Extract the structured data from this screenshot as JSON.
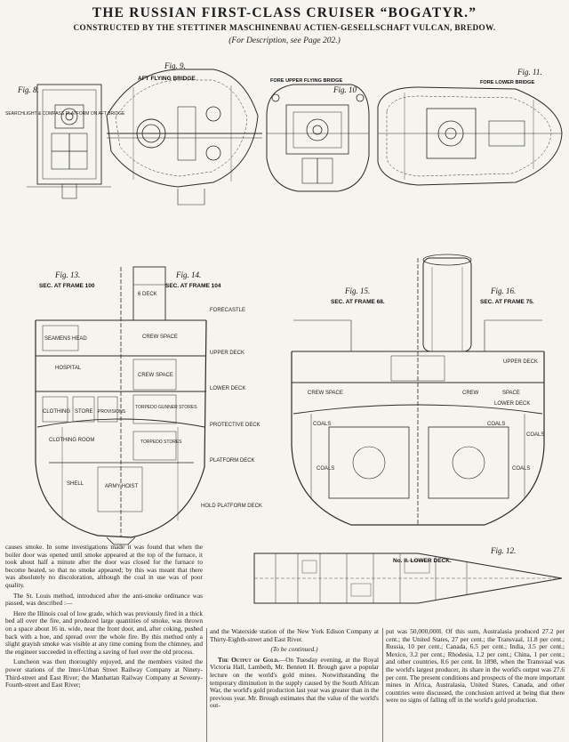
{
  "header": {
    "title": "THE RUSSIAN FIRST-CLASS CRUISER “BOGATYR.”",
    "subtitle": "CONSTRUCTED BY THE STETTINER MASCHINENBAU ACTIEN-GESELLSCHAFT VULCAN, BREDOW.",
    "description": "(For Description, see Page 202.)"
  },
  "figures": {
    "fig8": {
      "label": "Fig. 8.",
      "caption": "SEARCHLIGHT & COMPASS PLATFORM ON AFT BRIDGE"
    },
    "fig9": {
      "label": "Fig. 9.",
      "caption": "AFT FLYING BRIDGE"
    },
    "fig10": {
      "label": "Fig. 10",
      "caption": "FORE UPPER FLYING BRIDGE"
    },
    "fig11": {
      "label": "Fig. 11.",
      "caption": "FORE LOWER BRIDGE"
    },
    "fig13": {
      "label": "Fig. 13.",
      "caption": "SEC. AT FRAME 100"
    },
    "fig14": {
      "label": "Fig. 14.",
      "caption": "SEC. AT FRAME 104"
    },
    "fig15": {
      "label": "Fig. 15.",
      "caption": "SEC. AT FRAME 68."
    },
    "fig16": {
      "label": "Fig. 16.",
      "caption": "SEC. AT FRAME 75."
    },
    "fig12": {
      "label": "Fig. 12.",
      "caption": "No. II. LOWER DECK."
    }
  },
  "drawing_labels": {
    "sec100": [
      "SEAMENS HEAD",
      "HOSPITAL",
      "CLOTHING",
      "STORE",
      "PROVISIONS",
      "CLOTHING ROOM",
      "SHELL"
    ],
    "sec104": [
      "6 DECK",
      "FORECASTLE",
      "CREW SPACE",
      "UPPER DECK",
      "CREW SPACE",
      "LOWER DECK",
      "TORPEDO GUNNER STORES",
      "PROTECTIVE DECK",
      "PLATFORM DECK",
      "ARMY HOIST",
      "HOLD PLATFORM DECK",
      "TORPEDO STORES"
    ],
    "sec68_75": [
      "CREW SPACE",
      "CREW",
      "SPACE",
      "UPPER DECK",
      "LOWER DECK",
      "COALS",
      "COALS",
      "COALS",
      "COALS",
      "COALS"
    ]
  },
  "article": {
    "col1": [
      "causes smoke. In some investigations made it was found that when the boiler door was opened until smoke appeared at the top of the furnace, it took about half a minute after the door was closed for the furnace to become heated, so that no smoke appeared; by this was meant that there was absolutely no discoloration, although the coal in use was of poor quality.",
      "The St. Louis method, introduced after the anti-smoke ordinance was passed, was described :—",
      "Here the Illinois coal of low grade, which was previously fired in a thick bed all over the fire, and produced large quantities of smoke, was thrown on a space about 16 in. wide, near the front door, and, after coking, pushed back with a hoe, and spread over the whole fire. By this method only a slight grayish smoke was visible at any time coming from the chimney, and the engineer succeeded in effecting a saving of fuel over the old process.",
      "Luncheon was then thoroughly enjoyed, and the members visited the power stations of the Inter-Urban Street Railway Company at Ninety-Third-street and East River; the Manhattan Railway Company at Seventy-Fourth-street and East River;"
    ],
    "col2": {
      "para1": "and the Waterside station of the New York Edison Company at Thirty-Eighth-street and East River.",
      "continued": "(To be continued.)",
      "gold_heading": "The Output of Gold.",
      "gold_text": "—On Tuesday evening, at the Royal Victoria Hall, Lambeth, Mr. Bennett H. Brough gave a popular lecture on the world's gold mines. Notwithstanding the temporary diminution in the supply caused by the South African War, the world's gold production last year was greater than in the previous year. Mr. Brough estimates that the value of the world's out-"
    },
    "col3": "put was 50,000,000l. Of this sum, Australasia produced 27.2 per cent.; the United States, 27 per cent.; the Transvaal, 11.8 per cent.; Russia, 10 per cent.; Canada, 6.5 per cent.; India, 3.5 per cent.; Mexico, 3.2 per cent.; Rhodesia, 1.2 per cent.; China, 1 per cent.; and other countries, 8.6 per cent. In 1898, when the Transvaal was the world's largest producer, its share in the world's output was 27.6 per cent. The present conditions and prospects of the more important mines in Africa, Australasia, United States, Canada, and other countries were discussed, the conclusion arrived at being that there were no signs of falling off in the world's gold production."
  }
}
